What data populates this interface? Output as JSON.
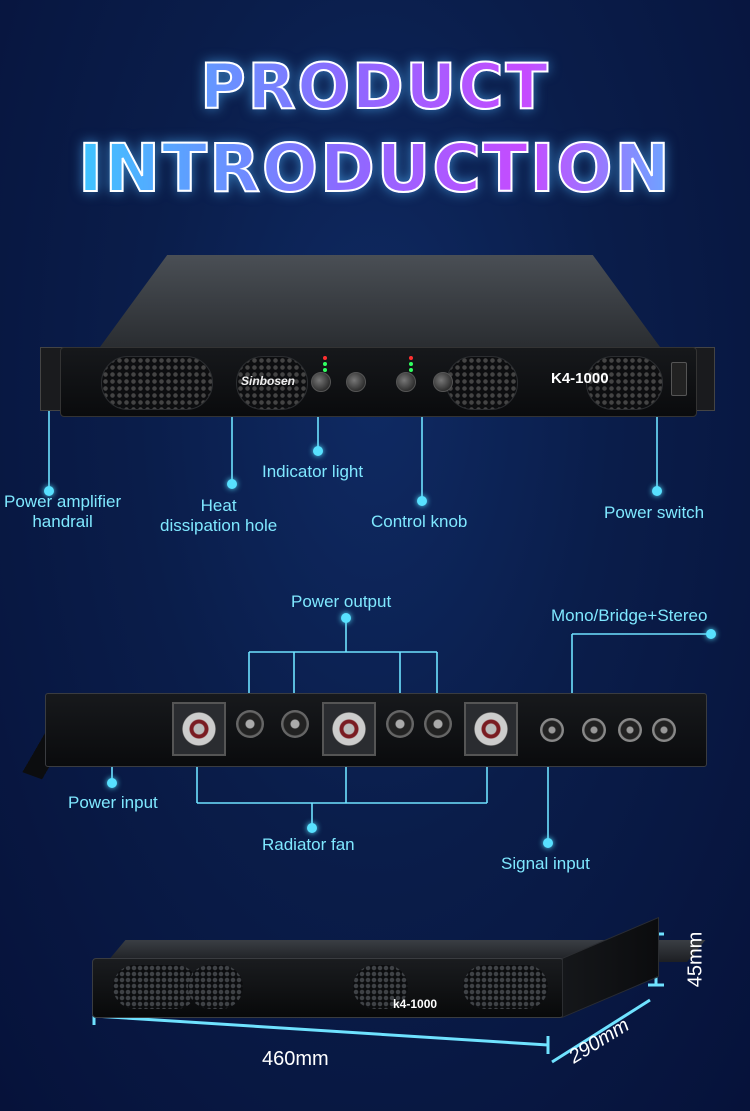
{
  "title": {
    "line1": "PRODUCT",
    "line2": "INTRODUCTION"
  },
  "front_panel": {
    "brand": "Sinbosen",
    "model": "K4-1000",
    "labels": {
      "handrail": "Power amplifier\nhandrail",
      "heat_hole": "Heat\ndissipation hole",
      "indicator": "Indicator light",
      "knob": "Control knob",
      "switch": "Power switch"
    }
  },
  "rear_panel": {
    "labels": {
      "power_output": "Power output",
      "mono_bridge": "Mono/Bridge+Stereo",
      "power_input": "Power input",
      "radiator_fan": "Radiator fan",
      "signal_input": "Signal input"
    }
  },
  "dimensions": {
    "model": "k4-1000",
    "width": "460mm",
    "depth": "290mm",
    "height": "45mm"
  },
  "colors": {
    "accent": "#6fe2ff",
    "background": "#0a1d4a"
  }
}
